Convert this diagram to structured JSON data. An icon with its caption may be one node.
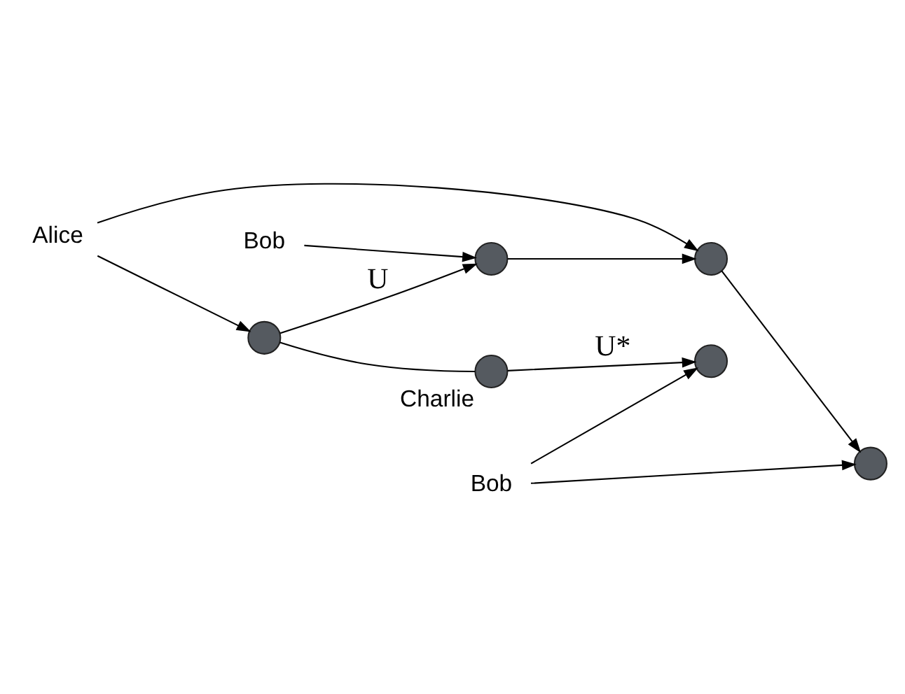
{
  "diagram": {
    "nodes": [
      {
        "text": [
          "Alice"
        ]
      },
      {
        "text": [],
        "shape": "circle"
      },
      {
        "text": [],
        "shape": "circle"
      },
      {
        "text": [
          "Bob"
        ]
      },
      {
        "text": [],
        "shape": "circle"
      },
      {
        "text": [],
        "shape": "circle"
      },
      {
        "text": [
          "Bob"
        ]
      },
      {
        "text": [],
        "shape": "circle",
        "beside": [
          "Charlie"
        ]
      },
      {
        "text": [],
        "shape": "circle"
      }
    ],
    "edges": [
      {
        "from": 0,
        "to": 1,
        "arrow": "to"
      },
      {
        "from": 0,
        "to": 4,
        "arrow": "to"
      },
      {
        "from": 1,
        "to": 2,
        "arrow": "to",
        "label": "U"
      },
      {
        "from": 3,
        "to": 2,
        "arrow": "to"
      },
      {
        "from": 2,
        "to": 4,
        "arrow": "to"
      },
      {
        "from": 4,
        "to": 5,
        "arrow": "to"
      },
      {
        "from": 6,
        "to": 5,
        "arrow": "to"
      },
      {
        "from": 6,
        "to": 8,
        "arrow": "to"
      },
      {
        "from": 7,
        "to": 8,
        "arrow": "to",
        "label": "U*"
      },
      {
        "from": 1,
        "to": 7,
        "arrow": "none"
      }
    ]
  }
}
